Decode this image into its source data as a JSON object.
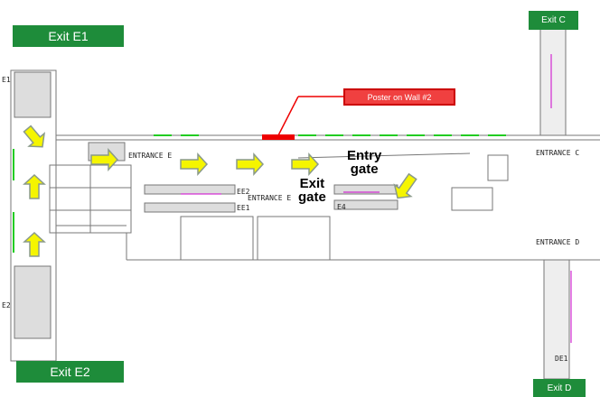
{
  "exits": {
    "e1": "Exit E1",
    "e2": "Exit E2",
    "c": "Exit C",
    "d": "Exit D"
  },
  "poster": "Poster on Wall #2",
  "labels": {
    "entrance_e_top": "ENTRANCE E",
    "entrance_e_mid": "ENTRANCE E",
    "entrance_c": "ENTRANCE C",
    "entrance_d": "ENTRANCE D",
    "e1": "E1",
    "e2": "E2",
    "ee1": "EE1",
    "ee2": "EE2",
    "e4": "E4",
    "de1": "DE1"
  },
  "gates": {
    "entry_1": "Entry",
    "entry_2": "gate",
    "exit_1": "Exit",
    "exit_2": "gate"
  },
  "colors": {
    "exit_green": "#1e8c3a",
    "arrow_yellow": "#f5f500",
    "poster_red": "#f04040"
  }
}
